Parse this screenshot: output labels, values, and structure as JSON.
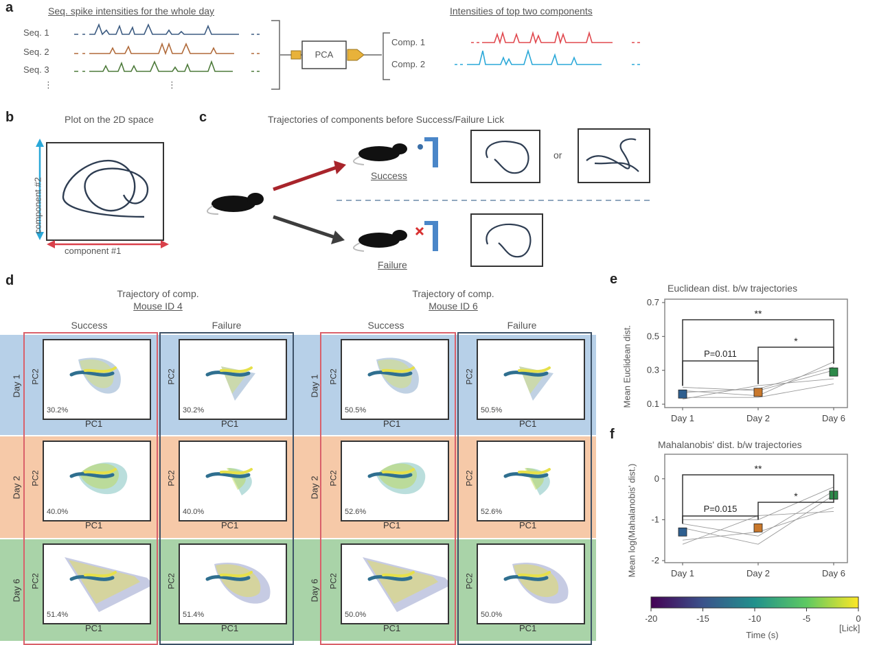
{
  "panel_a": {
    "label": "a",
    "left_title": "Seq. spike intensities for the whole day",
    "right_title": "Intensities of top two components",
    "sequences": [
      "Seq. 1",
      "Seq. 2",
      "Seq. 3"
    ],
    "ellipsis_marks": [
      "⋮",
      "⋮"
    ],
    "pca_label": "PCA",
    "components": [
      "Comp. 1",
      "Comp. 2"
    ],
    "colors": {
      "seq1": "#3b5a80",
      "seq2": "#b06a3a",
      "seq3": "#4d7a3a",
      "comp1": "#e0484e",
      "comp2": "#2aa8d8"
    }
  },
  "panel_b": {
    "label": "b",
    "title": "Plot on the 2D space",
    "ylabel": "component #2",
    "xlabel": "component #1"
  },
  "panel_c": {
    "label": "c",
    "title": "Trajectories of components before Success/Failure Lick",
    "success_label": "Success",
    "failure_label": "Failure",
    "or_label": "or"
  },
  "panel_d": {
    "label": "d",
    "mouse_groups": [
      {
        "title": "Trajectory of comp.",
        "mouse": "Mouse ID 4",
        "cols": [
          "Success",
          "Failure"
        ]
      },
      {
        "title": "Trajectory of comp.",
        "mouse": "Mouse ID 6",
        "cols": [
          "Success",
          "Failure"
        ]
      }
    ],
    "rows": [
      {
        "label": "Day 1",
        "band": "#b7d0e8",
        "percents": [
          "30.2%",
          "30.2%",
          "50.5%",
          "50.5%"
        ]
      },
      {
        "label": "Day 2",
        "band": "#f6c9a8",
        "percents": [
          "40.0%",
          "40.0%",
          "52.6%",
          "52.6%"
        ]
      },
      {
        "label": "Day 6",
        "band": "#a9d3a8",
        "percents": [
          "51.4%",
          "51.4%",
          "50.0%",
          "50.0%"
        ]
      }
    ],
    "pc1": "PC1",
    "pc2": "PC2",
    "success_border": "#d9606a",
    "failure_border": "#3d5166"
  },
  "panel_e": {
    "label": "e",
    "chart_data": {
      "type": "scatter",
      "title": "Euclidean dist. b/w trajectories",
      "ylabel": "Mean Euclidean dist.",
      "categories": [
        "Day 1",
        "Day 2",
        "Day 6"
      ],
      "means": [
        0.16,
        0.17,
        0.29
      ],
      "yticks": [
        "0.7",
        "0.5",
        "0.3",
        "0.1"
      ],
      "ylim": [
        0.08,
        0.72
      ],
      "annotations": {
        "pvalue": "P=0.011",
        "sig_long": "**",
        "sig_short": "*"
      },
      "colors": [
        "#2f5f8f",
        "#c9782c",
        "#2e8a4a"
      ]
    }
  },
  "panel_f": {
    "label": "f",
    "chart_data": {
      "type": "scatter",
      "title": "Mahalanobis' dist. b/w trajectories",
      "ylabel": "Mean log(Mahalanobis' dist.)",
      "categories": [
        "Day 1",
        "Day 2",
        "Day 6"
      ],
      "means": [
        -1.3,
        -1.2,
        -0.4
      ],
      "yticks": [
        "0",
        "-1",
        "-2"
      ],
      "ylim": [
        -2.05,
        0.6
      ],
      "annotations": {
        "pvalue": "P=0.015",
        "sig_long": "**",
        "sig_short": "*"
      },
      "colors": [
        "#2f5f8f",
        "#c9782c",
        "#2e8a4a"
      ]
    }
  },
  "colorbar": {
    "ticks": [
      "-20",
      "-15",
      "-10",
      "-5",
      "0"
    ],
    "label": "Time (s)",
    "end_label": "[Lick]"
  }
}
